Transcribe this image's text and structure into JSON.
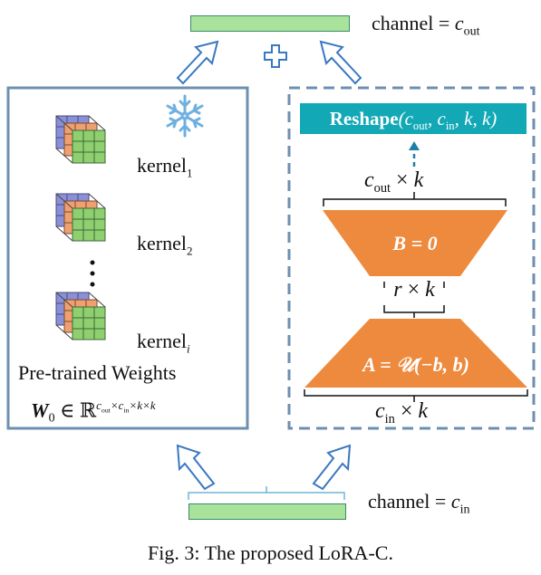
{
  "output_channel": {
    "label": "channel = ",
    "symbol": "c",
    "sub": "out"
  },
  "input_channel": {
    "label": "channel = ",
    "symbol": "c",
    "sub": "in"
  },
  "left_panel": {
    "kernels": [
      {
        "name": "kernel",
        "sub": "1"
      },
      {
        "name": "kernel",
        "sub": "2"
      },
      {
        "name": "kernel",
        "sub": "i"
      }
    ],
    "caption": "Pre-trained Weights",
    "weights_symbol": "W",
    "weights_sub": "0",
    "weights_rest": " ∈ ℝ",
    "weights_exp": "c_out×c_in×k×k"
  },
  "right_panel": {
    "reshape_word": "Reshape",
    "reshape_args": "(c_out, c_in, k, k)",
    "top_dim": "c_out × k",
    "b_label": "B = 0",
    "mid_dim": "r × k",
    "a_label": "A = 𝒰(−b, b)",
    "bottom_dim": "c_in × k"
  },
  "caption": "Fig. 3: The proposed LoRA-C.",
  "colors": {
    "panel_border": "#6d8fb0",
    "green_bar": "#a9e39b",
    "reshape_bg": "#12a8b6",
    "orange": "#ee8a3e",
    "arrow_blue": "#3a78c2",
    "cube_green": "#8fcf6f",
    "cube_orange": "#f0a070",
    "cube_blue": "#8a90d8"
  }
}
